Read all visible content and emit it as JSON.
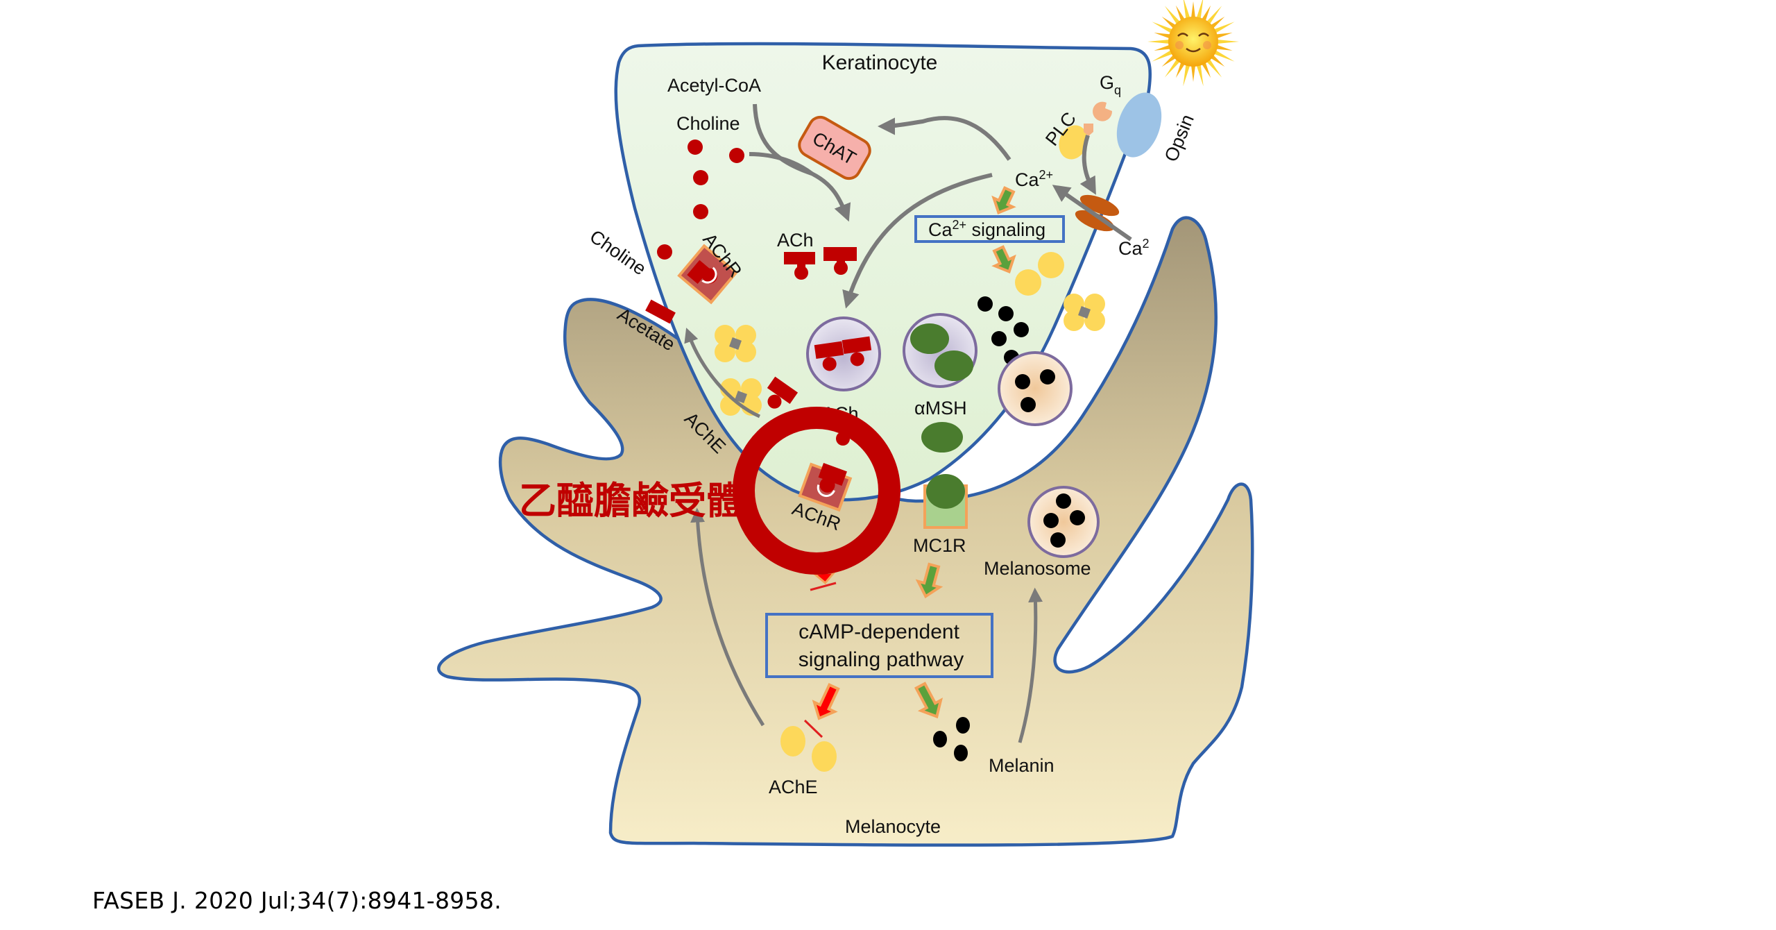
{
  "diagram": {
    "cells": {
      "keratinocyte": "Keratinocyte",
      "melanocyte": "Melanocyte"
    },
    "keratinocyte_labels": {
      "acetyl_coa": "Acetyl-CoA",
      "choline": "Choline",
      "chat": "ChAT",
      "ach": "ACh",
      "ca_ion": "Ca",
      "ca_ion_charge": "2+",
      "ca_signaling_prefix": "Ca",
      "ca_signaling_charge": "2+",
      "ca_signaling_suffix": " signaling",
      "gq": "G",
      "gq_sub": "q",
      "plc": "PLC",
      "opsin": "Opsin",
      "ca_external": "Ca",
      "ca_external_sup": "2"
    },
    "cleft_labels": {
      "choline": "Choline",
      "achr": "AChR",
      "acetate": "Acetate",
      "ache": "AChE",
      "ach": "ACh",
      "amsh": "αMSH"
    },
    "melanocyte_labels": {
      "achr": "AChR",
      "mc1r": "MC1R",
      "melanosome": "Melanosome",
      "camp_line1": "cAMP-dependent",
      "camp_line2": "signaling pathway",
      "ache": "AChE",
      "melanin": "Melanin"
    },
    "annotation": {
      "text": "乙醯膽鹼受體",
      "color": "#c00000"
    },
    "colors": {
      "keratinocyte_fill": "#e6f4dc",
      "membrane": "#2f5fa8",
      "melanocyte_top": "#a89c80",
      "melanocyte_bottom": "#f6ecc6",
      "ach_red": "#c00000",
      "ache_yellow": "#fdd85a",
      "amsh_green": "#4a7c2e",
      "arrow_gray": "#7f7f7f",
      "box_border": "#4472c4",
      "chat_fill": "#f4a3a0",
      "chat_border": "#c55a11",
      "opsin_blue": "#9dc3e6",
      "channel_orange": "#c55a11"
    }
  },
  "citation": "FASEB J. 2020 Jul;34(7):8941-8958."
}
